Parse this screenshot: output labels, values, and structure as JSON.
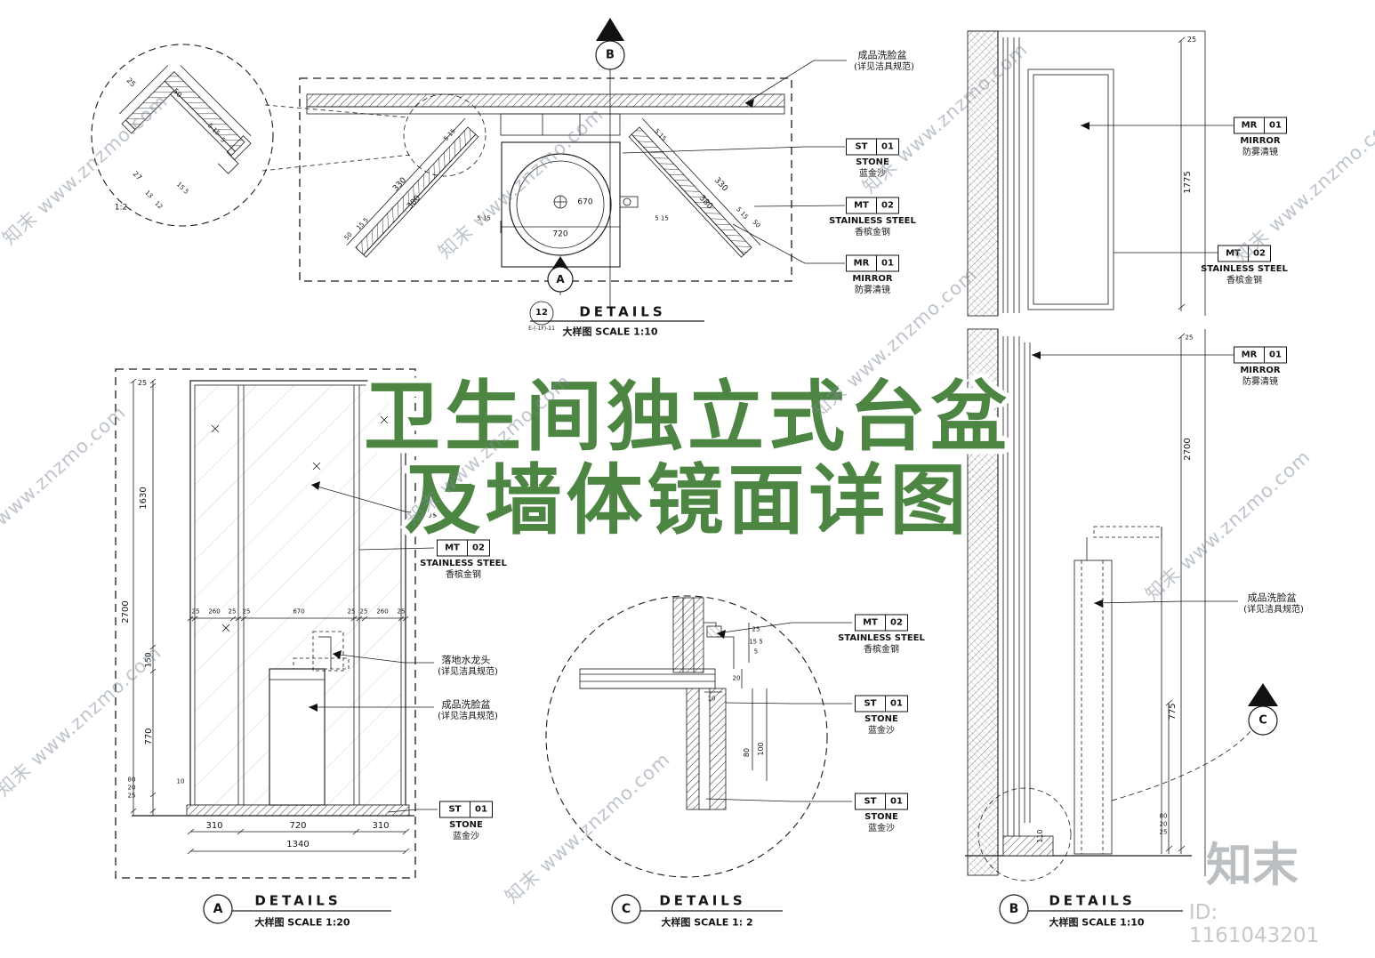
{
  "watermark": {
    "combo": "知末 www.znzmo.com",
    "brand": "知末",
    "id_text": "ID: 1161043201"
  },
  "overlay_title": {
    "line1": "卫生间独立式台盆",
    "line2": "及墙体镜面详图"
  },
  "tags": {
    "stone": {
      "code": "ST",
      "num": "01",
      "en": "STONE",
      "cn": "蓝金沙"
    },
    "steel": {
      "code": "MT",
      "num": "02",
      "en": "STAINLESS STEEL",
      "cn": "香槟金钢"
    },
    "mirror": {
      "code": "MR",
      "num": "01",
      "en": "MIRROR",
      "cn": "防雾清镜"
    }
  },
  "notes": {
    "basin_1": "成品洗脸盆",
    "basin_2": "(详见洁具规范)",
    "faucet_1": "落地水龙头",
    "faucet_2": "(详见洁具规范)",
    "antifog": "防雾清镜"
  },
  "view_titles": {
    "plan": {
      "marker": "12",
      "submarker": "E-(-1F)-11",
      "name": "DETAILS",
      "scale": "大样图  SCALE  1:10"
    },
    "a": {
      "marker": "A",
      "name": "DETAILS",
      "scale": "大样图  SCALE  1:20"
    },
    "c": {
      "marker": "C",
      "name": "DETAILS",
      "scale": "大样图  SCALE  1: 2"
    },
    "b": {
      "marker": "B",
      "name": "DETAILS",
      "scale": "大样图  SCALE  1:10"
    }
  },
  "section_markers": {
    "top": "B",
    "bottom": "A",
    "right": "C"
  },
  "dims": {
    "5": "5",
    "10": "10",
    "12": "12",
    "13": "13",
    "15": "15",
    "20": "20",
    "25": "25",
    "27": "27",
    "50": "50",
    "80": "80",
    "100": "100",
    "110": "110",
    "150": "150",
    "260": "260",
    "310": "310",
    "330": "330",
    "380": "380",
    "670": "670",
    "720": "720",
    "770": "770",
    "775": "775",
    "1340": "1340",
    "1630": "1630",
    "1775": "1775",
    "2700": "2700",
    "5_15": "5 15",
    "15_5": "15 5",
    "1_2": "1:2"
  }
}
